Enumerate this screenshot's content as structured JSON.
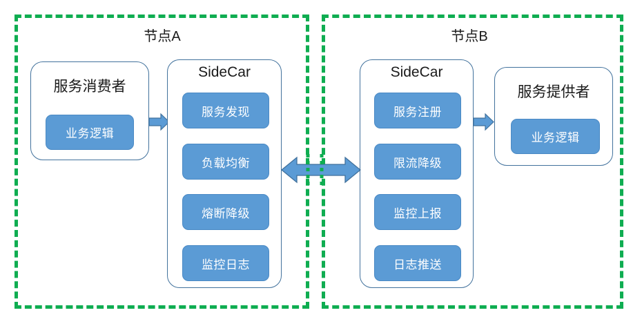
{
  "diagram": {
    "title_node_a": "节点A",
    "title_node_b": "节点B",
    "accent_green": "#0FAD51",
    "accent_blue": "#5B9BD5",
    "outline_blue": "#41719C"
  },
  "node_a": {
    "label": "节点A",
    "consumer": {
      "title": "服务消费者",
      "chip": "业务逻辑"
    },
    "sidecar": {
      "title": "SideCar",
      "items": [
        {
          "label": "服务发现"
        },
        {
          "label": "负载均衡"
        },
        {
          "label": "熔断降级"
        },
        {
          "label": "监控日志"
        }
      ]
    }
  },
  "node_b": {
    "label": "节点B",
    "sidecar": {
      "title": "SideCar",
      "items": [
        {
          "label": "服务注册"
        },
        {
          "label": "限流降级"
        },
        {
          "label": "监控上报"
        },
        {
          "label": "日志推送"
        }
      ]
    },
    "provider": {
      "title": "服务提供者",
      "chip": "业务逻辑"
    }
  },
  "connectors": {
    "consumer_to_sidecar": "right-arrow-icon",
    "sidecar_to_provider": "right-arrow-icon",
    "sidecar_to_sidecar": "double-arrow-icon"
  }
}
